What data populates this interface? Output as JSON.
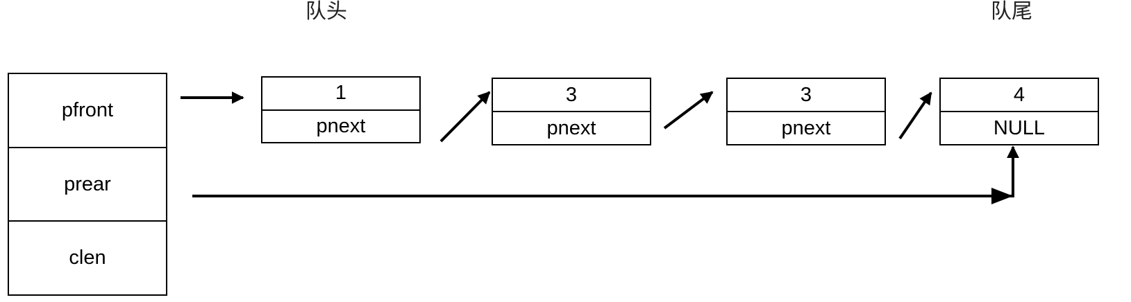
{
  "labels": {
    "head": "队头",
    "tail": "队尾"
  },
  "queue": {
    "fields": [
      "pfront",
      "prear",
      "clen"
    ]
  },
  "nodes": [
    {
      "value": "1",
      "next": "pnext"
    },
    {
      "value": "3",
      "next": "pnext"
    },
    {
      "value": "3",
      "next": "pnext"
    },
    {
      "value": "4",
      "next": "NULL"
    }
  ]
}
